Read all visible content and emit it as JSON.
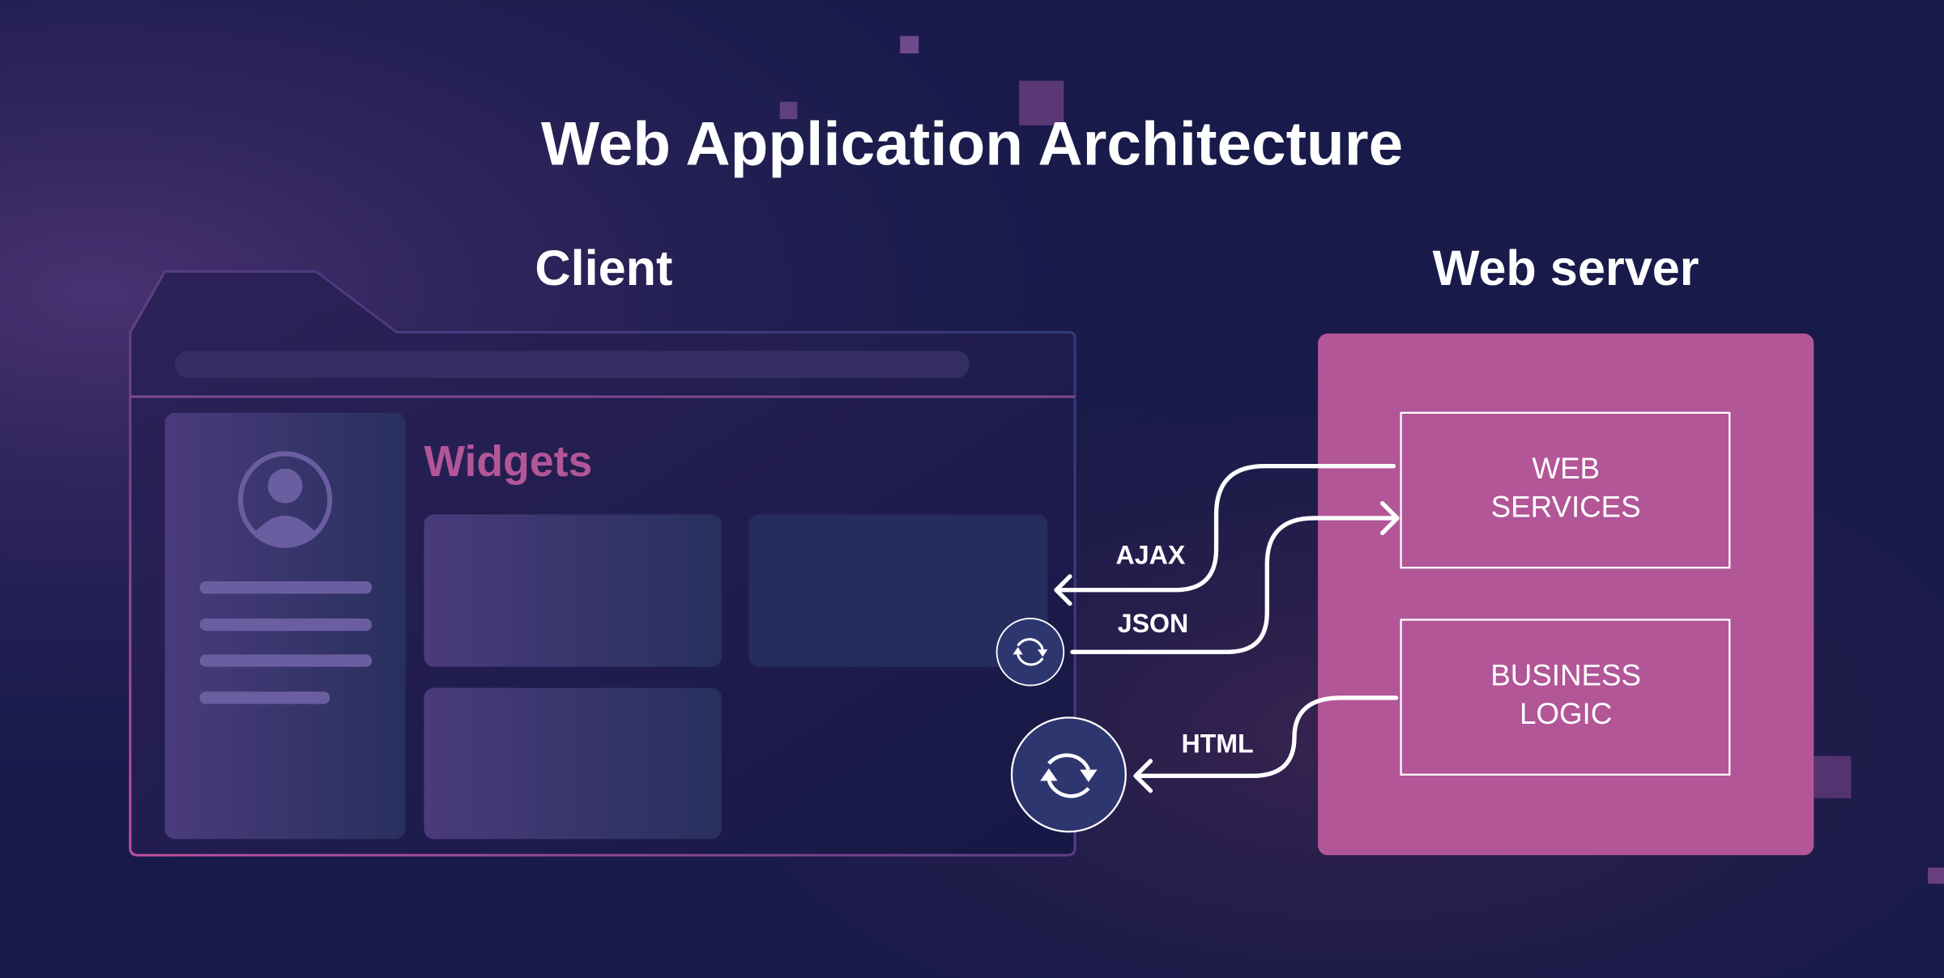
{
  "title": "Web Application Architecture",
  "client": {
    "label": "Client",
    "widgets_heading": "Widgets"
  },
  "server": {
    "label": "Web server",
    "web_services": [
      "WEB",
      "SERVICES"
    ],
    "business_logic": [
      "BUSINESS",
      "LOGIC"
    ]
  },
  "connections": {
    "ajax": "AJAX",
    "json": "JSON",
    "html": "HTML"
  },
  "colors": {
    "background": "#1a1b4b",
    "accent": "#b25698",
    "panel": "#463a7a",
    "sync_circle": "#2e3670"
  },
  "icons": [
    "user-avatar-icon",
    "sync-icon"
  ]
}
